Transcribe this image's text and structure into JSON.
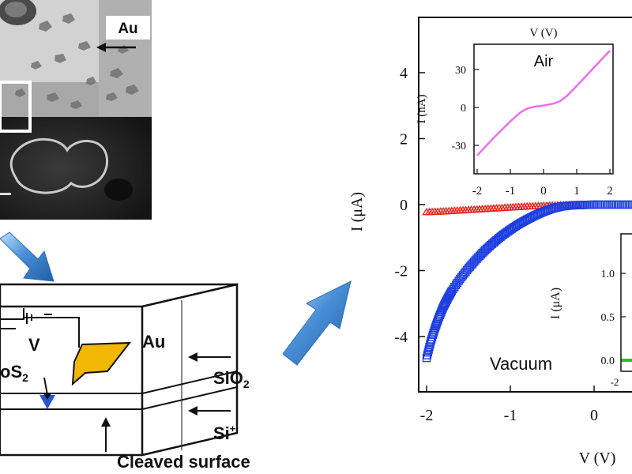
{
  "sem_image": {
    "label_au": "Au"
  },
  "device_schematic": {
    "label_v": "V",
    "label_au": "Au",
    "label_mos2_main": "oS",
    "label_mos2_sub": "2",
    "label_sio2_main": "SiO",
    "label_sio2_sub": "2",
    "label_si_main": "Si",
    "label_si_sup": "+",
    "label_cleaved": "Cleaved surface"
  },
  "chart_data": [
    {
      "type": "scatter",
      "title": "",
      "xlabel": "V (V)",
      "ylabel": "I (μA)",
      "xlim": [
        -2.05,
        0.75
      ],
      "ylim": [
        -5.5,
        5.8
      ],
      "x_ticks": [
        -2,
        -1,
        0
      ],
      "x_tick_labels": [
        "-2",
        "-1",
        "0"
      ],
      "y_ticks": [
        4,
        2,
        0,
        -2,
        -4
      ],
      "y_tick_labels": [
        "4",
        "2",
        "0",
        "-2",
        "-4"
      ],
      "annotation": "Vacuum",
      "series": [
        {
          "color": "#e8231c",
          "marker": "open-triangle",
          "x": [
            -2.0,
            -1.8,
            -1.6,
            -1.4,
            -1.2,
            -1.0,
            -0.8,
            -0.6,
            -0.4,
            -0.2
          ],
          "y": [
            -0.22,
            -0.2,
            -0.17,
            -0.14,
            -0.11,
            -0.08,
            -0.05,
            -0.03,
            -0.01,
            0.0
          ]
        },
        {
          "color": "#1f3ee0",
          "marker": "open-square",
          "x": [
            -2.0,
            -1.95,
            -1.9,
            -1.85,
            -1.8,
            -1.75,
            -1.7,
            -1.6,
            -1.5,
            -1.4,
            -1.3,
            -1.2,
            -1.1,
            -1.0,
            -0.9,
            -0.8,
            -0.7,
            -0.6,
            -0.5,
            -0.4,
            -0.3,
            -0.2,
            -0.1,
            0.0,
            0.2,
            0.4,
            0.6,
            0.75
          ],
          "y": [
            -4.65,
            -4.15,
            -3.75,
            -3.4,
            -3.1,
            -2.85,
            -2.62,
            -2.25,
            -1.93,
            -1.64,
            -1.38,
            -1.15,
            -0.94,
            -0.76,
            -0.59,
            -0.45,
            -0.32,
            -0.21,
            -0.12,
            -0.06,
            -0.03,
            -0.015,
            -0.008,
            0.0,
            0.0,
            0.0,
            0.0,
            0.0
          ]
        }
      ]
    },
    {
      "type": "line",
      "title": "",
      "top_label": "V (V)",
      "ylabel": "I (nA)",
      "annotation": "Air",
      "xlim": [
        -2,
        2
      ],
      "ylim": [
        -42,
        48
      ],
      "x_ticks": [
        -2,
        -1,
        0,
        1,
        2
      ],
      "x_tick_labels": [
        "-2",
        "-1",
        "0",
        "1",
        "2"
      ],
      "y_ticks": [
        30,
        0,
        -30
      ],
      "y_tick_labels": [
        "30",
        "0",
        "-30"
      ],
      "series": [
        {
          "color": "#ee6cf0",
          "x": [
            -2.0,
            -1.5,
            -1.0,
            -0.7,
            -0.5,
            -0.3,
            0.0,
            0.3,
            0.5,
            0.7,
            1.0,
            1.5,
            2.0
          ],
          "y": [
            -38,
            -24,
            -11,
            -4,
            -1,
            0.5,
            1.5,
            3,
            5,
            9,
            17,
            31,
            45
          ]
        }
      ]
    },
    {
      "type": "line",
      "title": "",
      "ylabel": "I (μA)",
      "y_ticks": [
        1.0,
        0.5,
        0.0
      ],
      "y_tick_labels": [
        "1.0",
        "0.5",
        "0.0"
      ],
      "x_tick_labels": [
        "-2"
      ],
      "series": [
        {
          "color": "#22c41e",
          "x": [
            -2.0,
            -1.9
          ],
          "y": [
            0.0,
            0.0
          ]
        }
      ]
    }
  ]
}
